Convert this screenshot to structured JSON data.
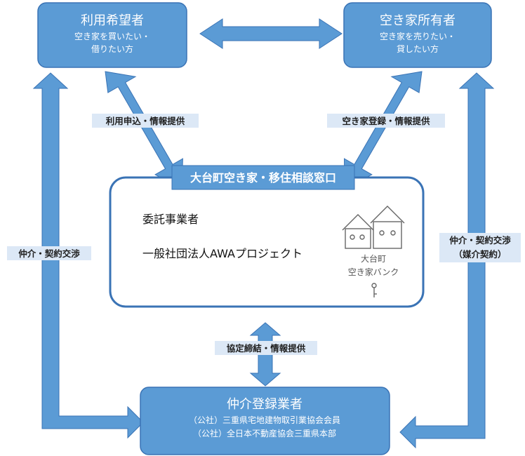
{
  "colors": {
    "primary": "#5b9bd5",
    "border": "#3a73b5",
    "label_bg": "#dce8f6"
  },
  "nodes": {
    "user": {
      "title": "利用希望者",
      "sub1": "空き家を買いたい・",
      "sub2": "借りたい方"
    },
    "owner": {
      "title": "空き家所有者",
      "sub1": "空き家を売りたい・",
      "sub2": "貸したい方"
    },
    "agent": {
      "title": "仲介登録業者",
      "sub1": "（公社）三重県宅地建物取引業協会会員",
      "sub2": "（公社）全日本不動産協会三重県本部"
    }
  },
  "center": {
    "header": "大台町空き家・移住相談窓口",
    "line1": "委託事業者",
    "line2": "一般社団法人AWAプロジェクト",
    "logo_line1": "大台町",
    "logo_line2": "空き家バンク"
  },
  "labels": {
    "user_center": "利用申込・情報提供",
    "owner_center": "空き家登録・情報提供",
    "left": "仲介・契約交渉",
    "right_1": "仲介・契約交渉",
    "right_2": "（媒介契約）",
    "bottom": "協定締結・情報提供"
  }
}
